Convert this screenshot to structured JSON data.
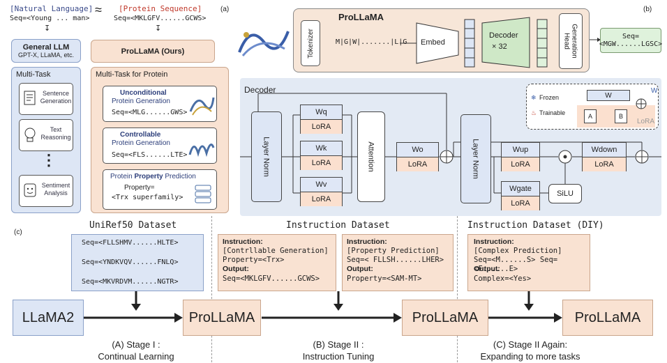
{
  "left": {
    "natural_language": "[Natural Language]",
    "approx": "≈",
    "seq_young": "Seq=<Young ... man>",
    "general_llm": "General LLM",
    "general_llm_sub": "GPT-X, LLaMA, etc.",
    "multitask": "Multi-Task",
    "task1": "Sentence\nGeneration",
    "task2": "Text\nReasoning",
    "dots": "⋮",
    "task3": "Sentiment\nAnalysis",
    "protein_seq": "[Protein Sequence]",
    "seq_mklgfv": "Seq=<MKLGFV......GCWS>",
    "prollama_ours": "ProLLaMA (Ours)",
    "multitask_protein": "Multi-Task for Protein",
    "uncond1": "Unconditional",
    "uncond2": "Protein Generation",
    "uncond_seq": "Seq=<MLG......GWS>",
    "ctrl1": "Controllable",
    "ctrl2": "Protein Generation",
    "ctrl_seq": "Seq=<FLS......LTE>",
    "prop_title_a": "Protein ",
    "prop_title_b": "Property",
    "prop_title_c": " Prediction",
    "prop_label": "Property=",
    "prop_val": "<Trx superfamily>",
    "label_a": "(a)"
  },
  "top": {
    "label_b": "(b)",
    "title": "ProLLaMA",
    "tokenizer": "Tokenizer",
    "tokens": "M|G|W|.......|L|G",
    "embed": "Embed",
    "decoder": "Decoder",
    "decoder_x": "× 32",
    "gen_head": "Generation\nHead",
    "out_seq1": "Seq=",
    "out_seq2": "<MGW......LGSC>"
  },
  "decoder": {
    "title": "Decoder",
    "layer_norm": "Layer Norm",
    "attention": "Attention",
    "lora": "LoRA",
    "wq": "Wq",
    "wk": "Wk",
    "wv": "Wv",
    "wo": "Wo",
    "wup": "Wup",
    "wgate": "Wgate",
    "wdown": "Wdown",
    "silu": "SiLU",
    "frozen": "Frozen",
    "trainable": "Trainable",
    "legend_w": "W",
    "legend_a": "A",
    "legend_b": "B",
    "legend_lora": "LoRA",
    "legend_w_tag": "W"
  },
  "bottom": {
    "label_c": "(c)",
    "uniref_title": "UniRef50 Dataset",
    "uniref_seqs": [
      "Seq=<FLLSHMV......HLTE>",
      "Seq=<YNDKVQV......FNLQ>",
      "Seq=<MKVRDVM......NGTR>"
    ],
    "instr_title": "Instruction Dataset",
    "instr1": {
      "h1": "Instruction:",
      "l1": "[Contrllable Generation]",
      "l2": "Property=<Trx>",
      "h2": "Output:",
      "l3": "Seq=<MKLGFV......GCWS>"
    },
    "instr2": {
      "h1": "Instruction:",
      "l1": "[Property Prediction]",
      "l2": "Seq=< FLLSH......LHER>",
      "h2": "Output:",
      "l3": "Property=<SAM-MT>"
    },
    "diy_title": "Instruction Dataset (DIY)",
    "instr3": {
      "h1": "Instruction:",
      "l1": "[Complex Prediction]",
      "l2": "Seq=<M......S> Seq=<F......E>",
      "h2": "Output:",
      "l3": "Complex=<Yes>"
    },
    "llama2": "LLaMA2",
    "prollama1": "ProLLaMA",
    "prollama2": "ProLLaMA",
    "prollama3": "ProLLaMA",
    "stageA1": "(A) Stage I :",
    "stageA2": "Continual Learning",
    "stageB1": "(B) Stage II :",
    "stageB2": "Instruction Tuning",
    "stageC1": "(C) Stage II Again:",
    "stageC2": "Expanding to more tasks"
  },
  "colors": {
    "blue": "#dde6f5",
    "peach": "#f9e2d2",
    "green": "#dff2dc",
    "red": "#c0392b"
  }
}
